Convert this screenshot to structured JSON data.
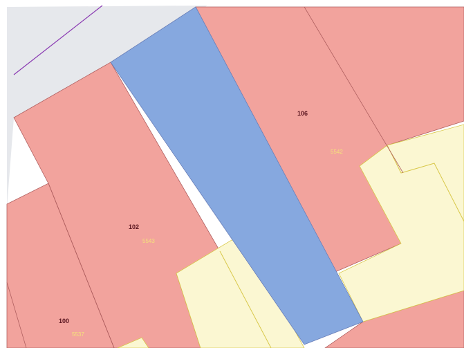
{
  "map": {
    "colors": {
      "background": "#ffffff",
      "road_area": "#e6e8ec",
      "parcel_fill": "#f2a39d",
      "parcel_edge": "#b06060",
      "highlight_fill": "#86a8df",
      "highlight_edge": "#6a7fb8",
      "open_area_fill": "#fbf7d2",
      "open_area_edge": "#d8c84a",
      "boundary_line": "#8a3ab2",
      "label_number": "#5a1620",
      "label_sub": "#f4e27a"
    },
    "labels": {
      "parcel_106": "106",
      "parcel_106_sub": "5542",
      "parcel_102": "102",
      "parcel_102_sub": "5543",
      "parcel_100": "100",
      "parcel_100_sub": "5537"
    }
  }
}
